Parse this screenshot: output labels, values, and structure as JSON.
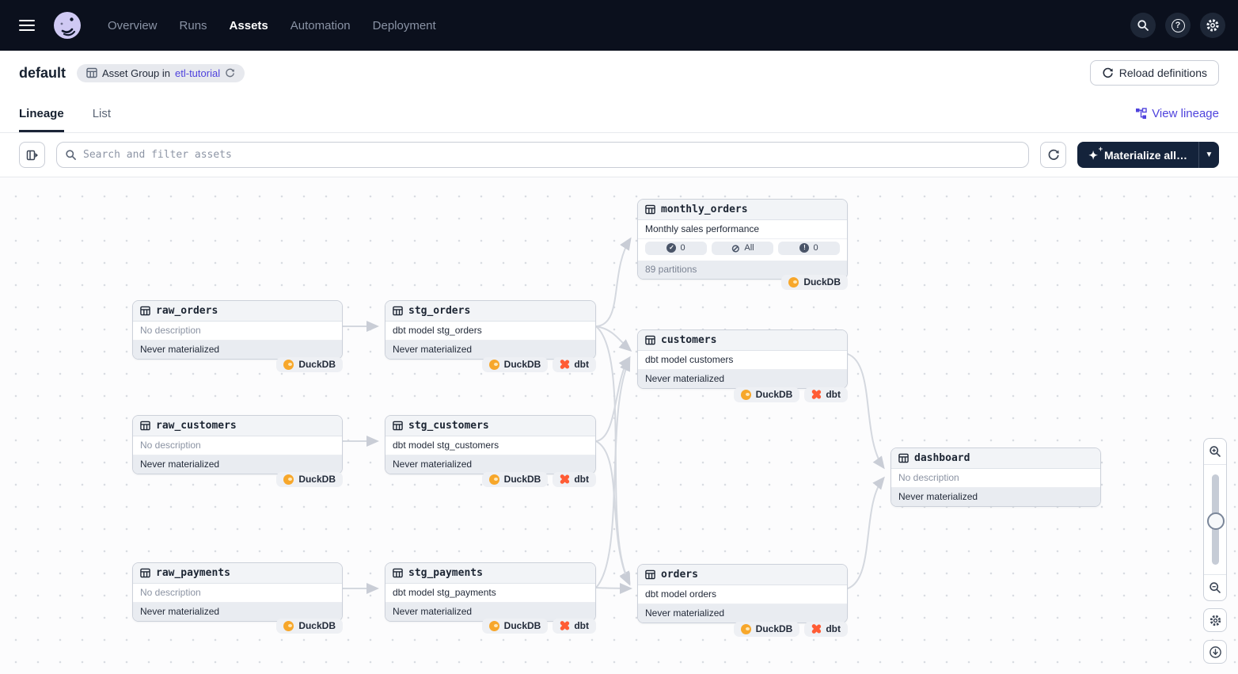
{
  "nav": {
    "items": [
      {
        "label": "Overview",
        "active": false
      },
      {
        "label": "Runs",
        "active": false
      },
      {
        "label": "Assets",
        "active": true
      },
      {
        "label": "Automation",
        "active": false
      },
      {
        "label": "Deployment",
        "active": false
      }
    ]
  },
  "header": {
    "title": "default",
    "group_badge": {
      "prefix": "Asset Group in",
      "link": "etl-tutorial"
    },
    "reload_button": "Reload definitions"
  },
  "tabs": {
    "lineage": "Lineage",
    "list": "List",
    "view_lineage": "View lineage"
  },
  "toolbar": {
    "search_placeholder": "Search and filter assets",
    "materialize_label": "Materialize all…"
  },
  "graph": {
    "nodes": [
      {
        "name": "monthly_orders",
        "description": "Monthly sales performance",
        "partitions": "89 partitions",
        "pills": [
          {
            "icon": "check-circle",
            "label": "0"
          },
          {
            "icon": "slash-circle",
            "label": "All"
          },
          {
            "icon": "exclaim-circle",
            "label": "0"
          }
        ],
        "tags": [
          "DuckDB"
        ]
      },
      {
        "name": "raw_orders",
        "description": "No description",
        "status": "Never materialized",
        "tags": [
          "DuckDB"
        ]
      },
      {
        "name": "stg_orders",
        "description": "dbt model stg_orders",
        "status": "Never materialized",
        "tags": [
          "DuckDB",
          "dbt"
        ]
      },
      {
        "name": "customers",
        "description": "dbt model customers",
        "status": "Never materialized",
        "tags": [
          "DuckDB",
          "dbt"
        ]
      },
      {
        "name": "raw_customers",
        "description": "No description",
        "status": "Never materialized",
        "tags": [
          "DuckDB"
        ]
      },
      {
        "name": "stg_customers",
        "description": "dbt model stg_customers",
        "status": "Never materialized",
        "tags": [
          "DuckDB",
          "dbt"
        ]
      },
      {
        "name": "dashboard",
        "description": "No description",
        "status": "Never materialized",
        "tags": []
      },
      {
        "name": "raw_payments",
        "description": "No description",
        "status": "Never materialized",
        "tags": [
          "DuckDB"
        ]
      },
      {
        "name": "stg_payments",
        "description": "dbt model stg_payments",
        "status": "Never materialized",
        "tags": [
          "DuckDB",
          "dbt"
        ]
      },
      {
        "name": "orders",
        "description": "dbt model orders",
        "status": "Never materialized",
        "tags": [
          "DuckDB",
          "dbt"
        ]
      }
    ],
    "edges": [
      [
        "raw_orders",
        "stg_orders"
      ],
      [
        "raw_customers",
        "stg_customers"
      ],
      [
        "raw_payments",
        "stg_payments"
      ],
      [
        "stg_orders",
        "monthly_orders"
      ],
      [
        "stg_orders",
        "customers"
      ],
      [
        "stg_orders",
        "orders"
      ],
      [
        "stg_customers",
        "customers"
      ],
      [
        "stg_customers",
        "orders"
      ],
      [
        "stg_payments",
        "customers"
      ],
      [
        "stg_payments",
        "orders"
      ],
      [
        "customers",
        "dashboard"
      ],
      [
        "orders",
        "dashboard"
      ]
    ]
  },
  "colors": {
    "accent_link": "#4f43dd",
    "nav_bg": "#0b101d",
    "duckdb_orange": "#f7a72b",
    "dbt_orange": "#ff5c35",
    "materialize_button": "#14233b"
  }
}
